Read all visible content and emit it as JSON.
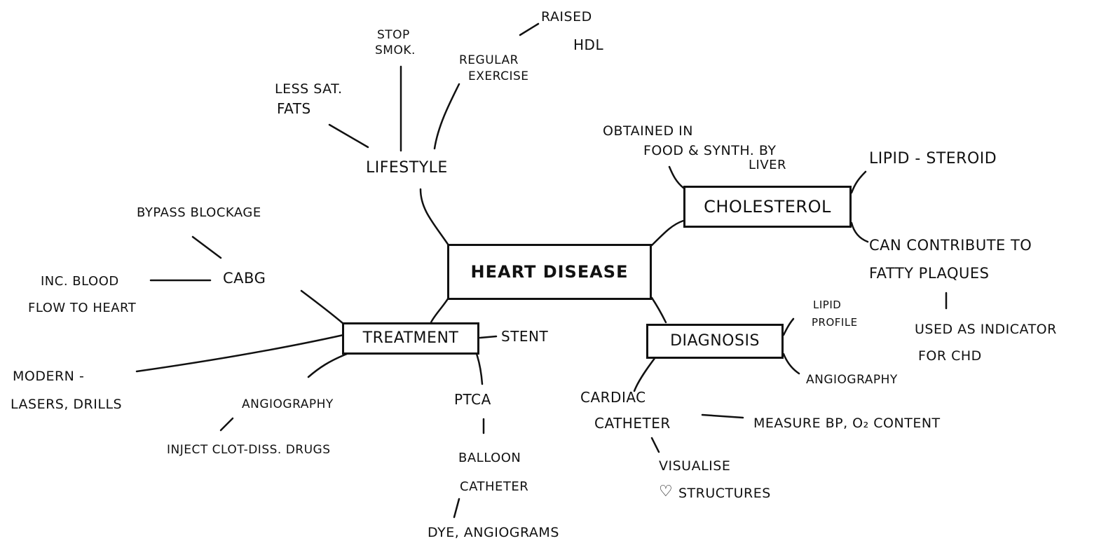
{
  "center": {
    "label": "HEART DISEASE"
  },
  "hubs": {
    "cholesterol": "CHOLESTEROL",
    "treatment": "TREATMENT",
    "diagnosis": "DIAGNOSIS",
    "lifestyle": "LIFESTYLE"
  },
  "lifestyle": {
    "stop_smok_1": "STOP",
    "stop_smok_2": "SMOK.",
    "raised_hdl_1": "RAISED",
    "raised_hdl_2": "HDL",
    "regular_exercise_1": "REGULAR",
    "regular_exercise_2": "EXERCISE",
    "less_sat_fats_1": "LESS SAT.",
    "less_sat_fats_2": "FATS"
  },
  "cholesterol": {
    "obtained_1": "OBTAINED IN",
    "obtained_2": "FOOD & SYNTH. BY",
    "obtained_3": "LIVER",
    "lipid_steroid": "LIPID - STEROID",
    "contribute_1": "CAN CONTRIBUTE TO",
    "contribute_2": "FATTY PLAQUES",
    "indicator_1": "USED AS INDICATOR",
    "indicator_2": "FOR CHD"
  },
  "treatment": {
    "bypass": "BYPASS BLOCKAGE",
    "cabg": "CABG",
    "inc_blood_1": "INC. BLOOD",
    "inc_blood_2": "FLOW TO HEART",
    "stent": "STENT",
    "modern_1": "MODERN -",
    "modern_2": "LASERS, DRILLS",
    "angiography": "ANGIOGRAPHY",
    "inject": "INJECT CLOT-DISS. DRUGS",
    "ptca": "PTCA",
    "balloon_1": "BALLOON",
    "balloon_2": "CATHETER",
    "dye": "DYE, ANGIOGRAMS"
  },
  "diagnosis": {
    "lipid_profile_1": "LIPID",
    "lipid_profile_2": "PROFILE",
    "angiography": "ANGIOGRAPHY",
    "cardiac_1": "CARDIAC",
    "cardiac_2": "CATHETER",
    "measure": "MEASURE BP, O₂ CONTENT",
    "visualise_1": "VISUALISE",
    "visualise_2": "STRUCTURES",
    "heart_symbol": "♡"
  }
}
